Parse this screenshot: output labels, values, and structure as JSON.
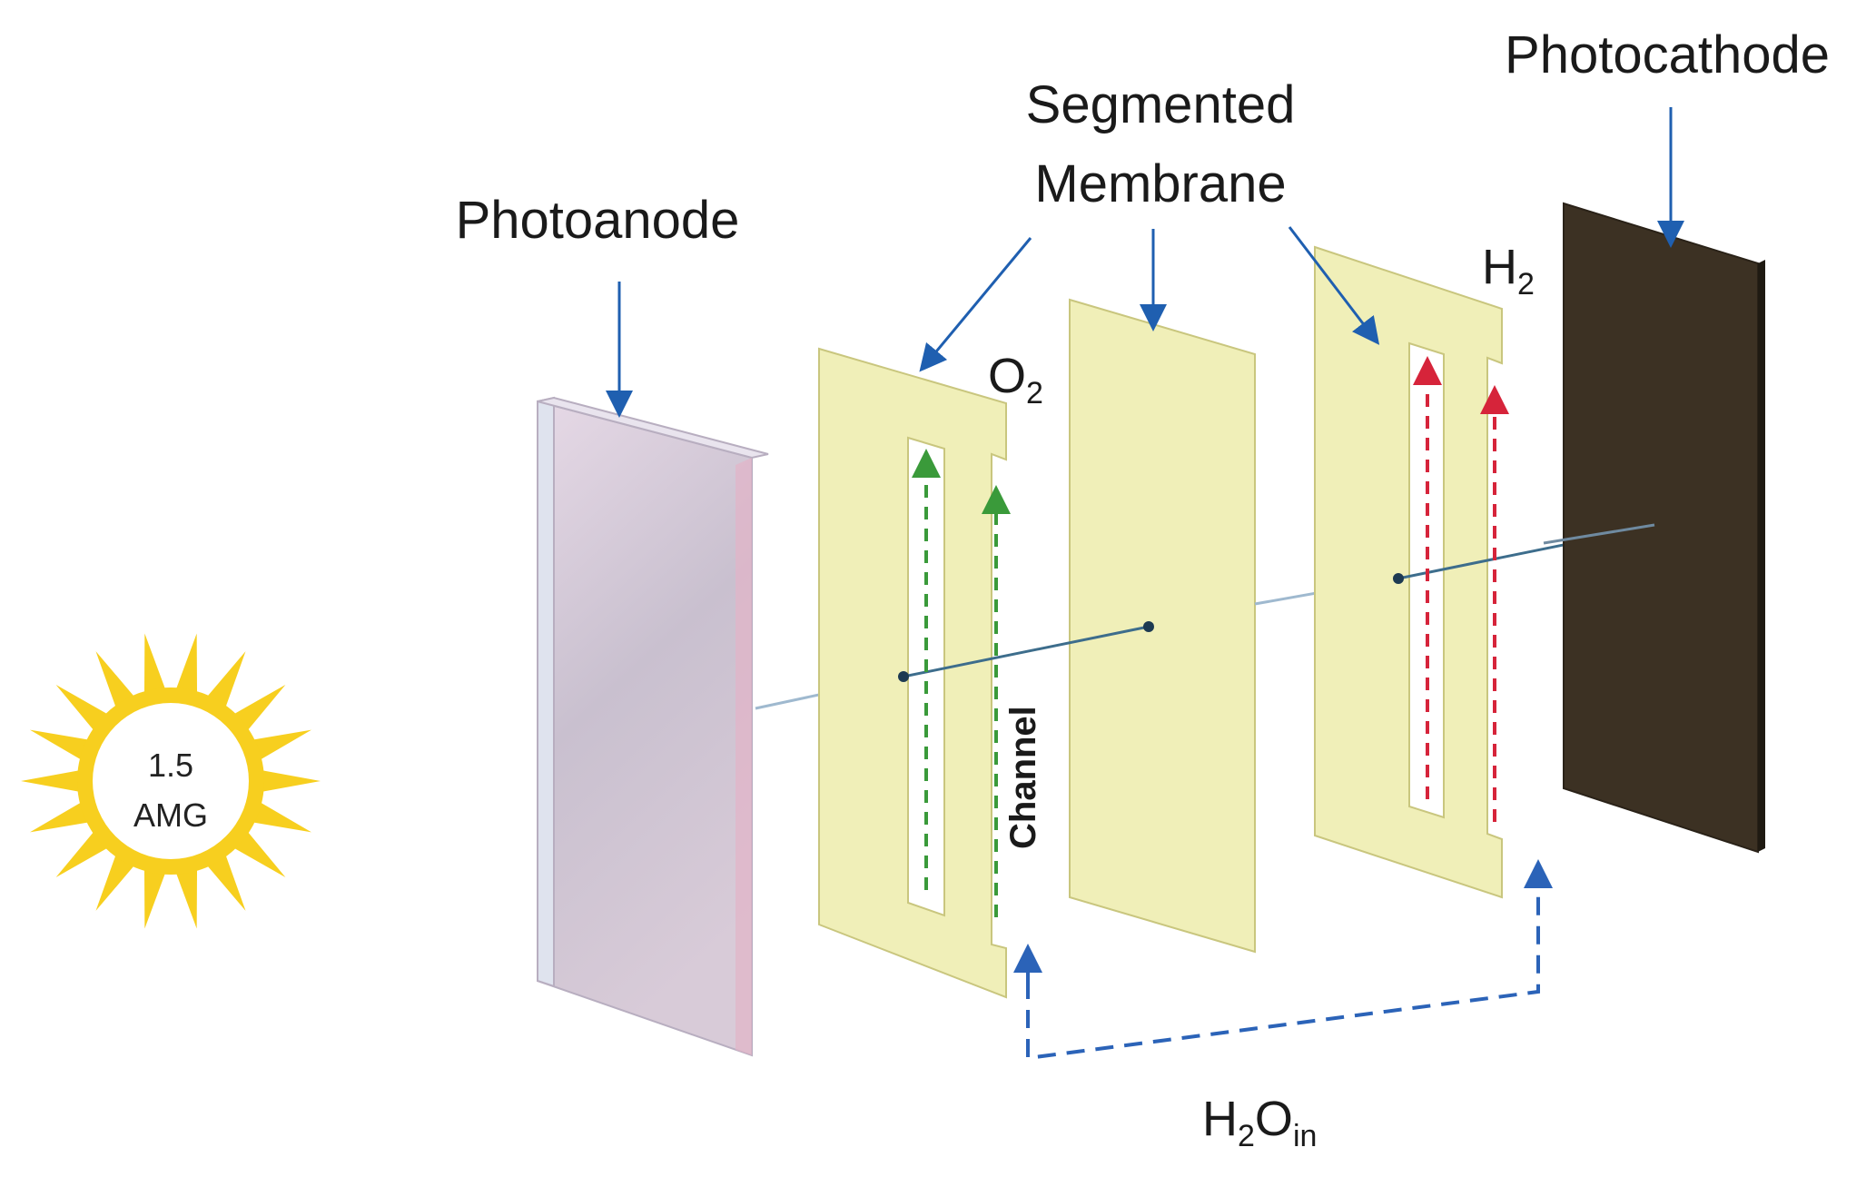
{
  "labels": {
    "photoanode": "Photoanode",
    "segmented_line1": "Segmented",
    "segmented_line2": "Membrane",
    "photocathode": "Photocathode",
    "channel": "Channel",
    "o2_main": "O",
    "o2_sub": "2",
    "h2_main": "H",
    "h2_sub": "2",
    "h2o_h": "H",
    "h2o_sub2": "2",
    "h2o_o": "O",
    "h2o_sub_in": "in"
  },
  "sun": {
    "line1": "1.5",
    "line2": "AMG"
  },
  "colors": {
    "sun": "#f7cf1f",
    "membrane": "#f0efb8",
    "membrane_edge": "#c9c67e",
    "photoanode": "#d9ccd9",
    "photocathode": "#3c3123",
    "label_arrow": "#1f5fb0",
    "o2_arrow": "#3a9a3a",
    "h2_arrow": "#d6243a",
    "water_arrow": "#2b63b8"
  }
}
